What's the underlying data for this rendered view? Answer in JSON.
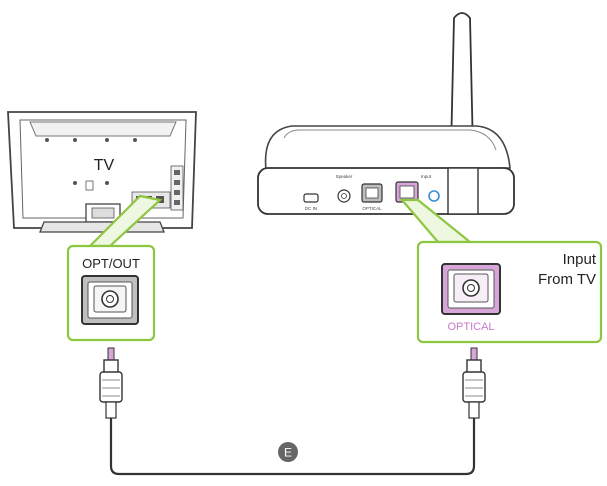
{
  "tv": {
    "label": "TV"
  },
  "tv_port": {
    "label": "OPT/OUT"
  },
  "receiver": {
    "port_optical_label": "OPTICAL",
    "port_dcin_label": "DC IN",
    "port_speaker_label": "Speaker",
    "port_input_label": "Input"
  },
  "receiver_port": {
    "label_line1": "Input",
    "label_line2": "From TV",
    "label_port": "OPTICAL"
  },
  "cable": {
    "marker": "E"
  },
  "colors": {
    "callout_border": "#8dc63f",
    "optical_port": "#d7a6d9",
    "optical_label": "#c77bc9",
    "cable": "#333333",
    "marker": "#666666"
  }
}
